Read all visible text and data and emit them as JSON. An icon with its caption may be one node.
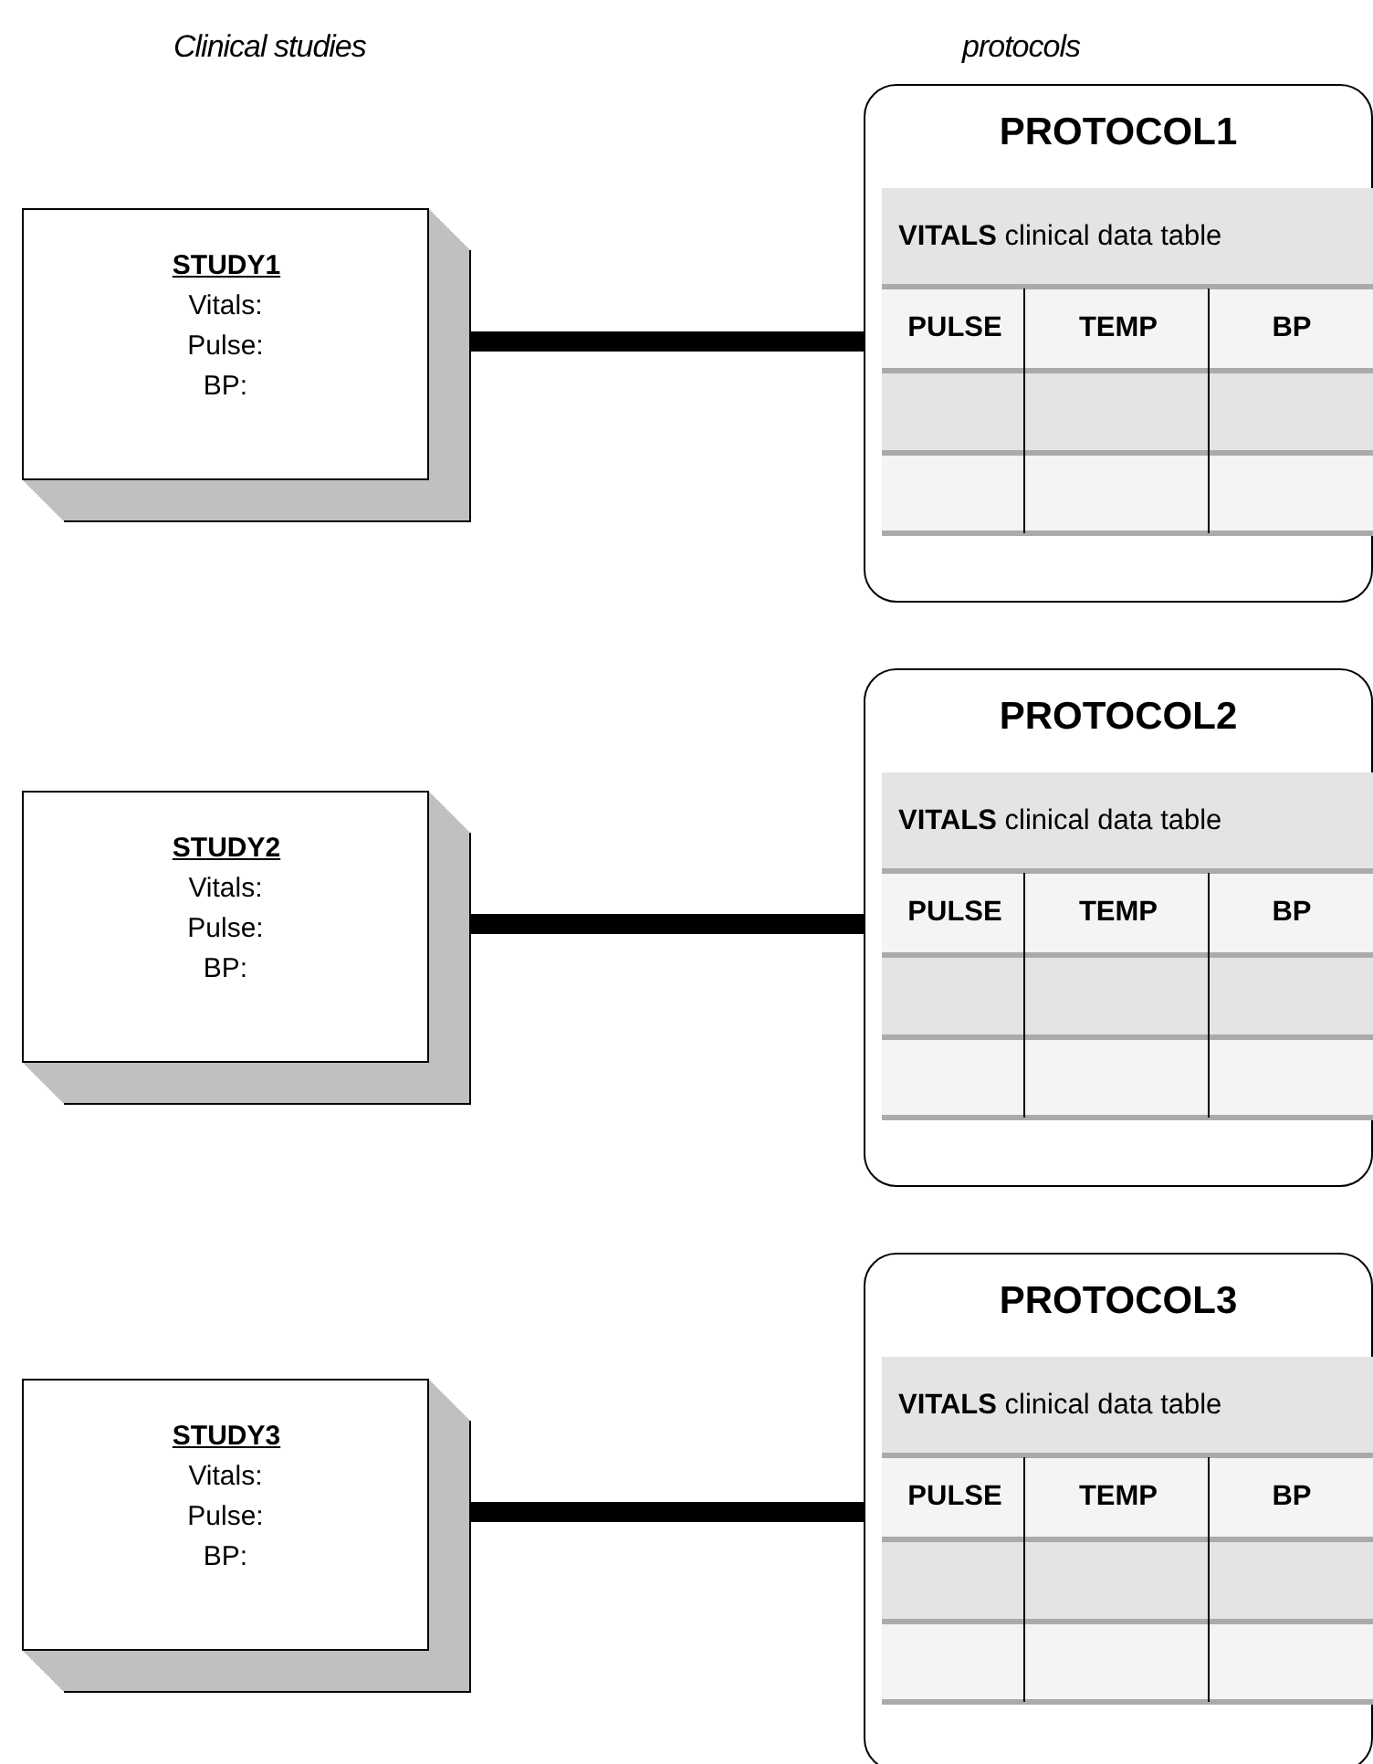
{
  "diagram": {
    "nodes": [
      {
        "text": [
          "STUDY1",
          "Vitals: Pulse: BP:"
        ]
      },
      {
        "text": [
          "PROTOCOL1",
          "**VITALS** clinical data table",
          "PULSE",
          "TEMP",
          "BP"
        ]
      },
      {
        "text": [
          "STUDY2",
          "Vitals: Pulse: BP:"
        ]
      },
      {
        "text": [
          "PROTOCOL2",
          "**VITALS** clinical data table",
          "PULSE",
          "TEMP",
          "BP"
        ]
      },
      {
        "text": [
          "STUDY3",
          "Vitals: Pulse: BP:"
        ]
      },
      {
        "text": [
          "PROTOCOL3",
          "**VITALS** clinical data table",
          "PULSE",
          "TEMP",
          "BP"
        ]
      }
    ],
    "edges": [
      {
        "from": 0,
        "to": 1,
        "arrow": "none"
      },
      {
        "from": 2,
        "to": 3,
        "arrow": "none"
      },
      {
        "from": 4,
        "to": 5,
        "arrow": "none"
      }
    ],
    "labels": [
      "Clinical studies",
      "protocols"
    ]
  }
}
